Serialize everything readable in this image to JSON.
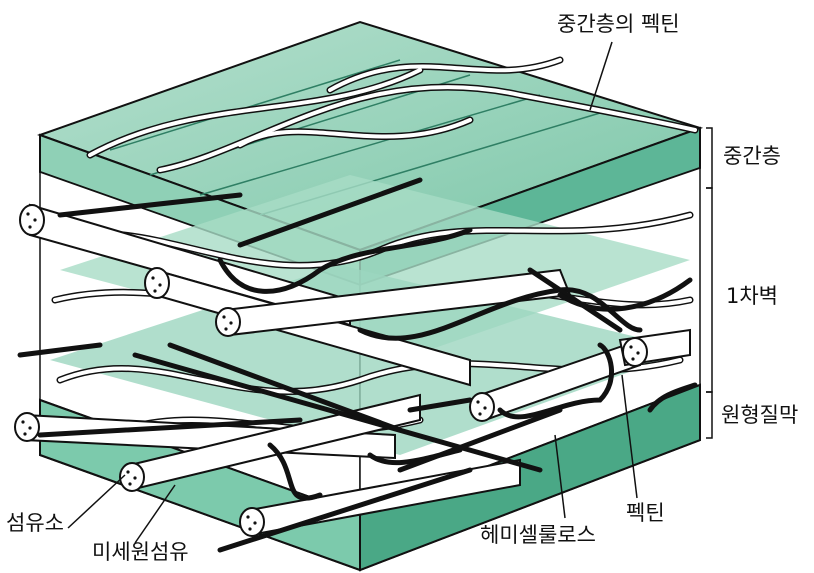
{
  "labels": {
    "middle_lamella_pectin": "중간층의 펙틴",
    "middle_lamella": "중간층",
    "primary_wall": "1차벽",
    "plasma_membrane": "원형질막",
    "pectin": "펙틴",
    "hemicellulose": "헤미셀룰로스",
    "fiber": "섬유소",
    "microfibril": "미세원섬유"
  },
  "colors": {
    "green_top": "#9fd6c0",
    "green_side": "#58b596",
    "green_dark": "#3c9a7c",
    "fiber_fill": "#ffffff",
    "line": "#111111"
  }
}
